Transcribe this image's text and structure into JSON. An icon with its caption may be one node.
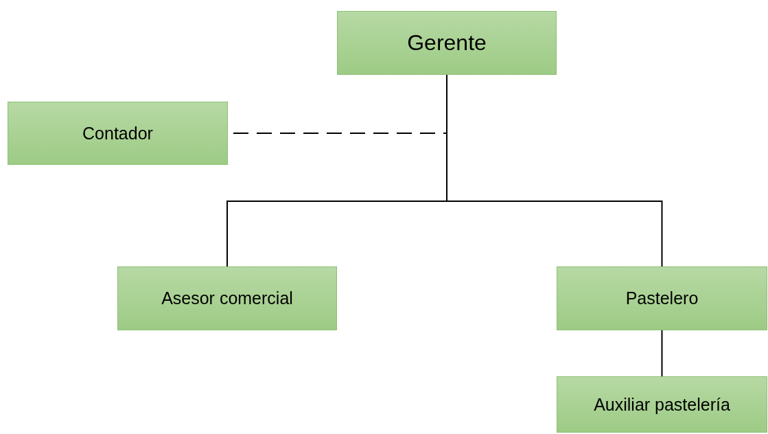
{
  "diagram": {
    "nodes": [
      {
        "text": [
          "Gerente"
        ]
      },
      {
        "text": [
          "Contador"
        ]
      },
      {
        "text": [
          "Asesor comercial"
        ]
      },
      {
        "text": [
          "Pastelero"
        ]
      },
      {
        "text": [
          "Auxiliar pastelería"
        ]
      }
    ],
    "edges": [
      {
        "from": 0,
        "to": 1,
        "arrow": "none",
        "style": "dashed"
      },
      {
        "from": 0,
        "to": 2,
        "arrow": "none"
      },
      {
        "from": 0,
        "to": 3,
        "arrow": "none"
      },
      {
        "from": 3,
        "to": 4,
        "arrow": "none"
      }
    ]
  }
}
